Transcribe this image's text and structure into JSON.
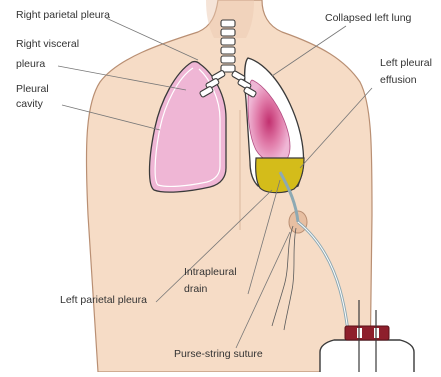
{
  "labels": {
    "right_parietal_pleura": "Right parietal pleura",
    "right_visceral_pleura_1": "Right visceral",
    "right_visceral_pleura_2": "pleura",
    "pleural_cavity_1": "Pleural",
    "pleural_cavity_2": "cavity",
    "collapsed_left_lung": "Collapsed left lung",
    "left_pleural_effusion_1": "Left pleural",
    "left_pleural_effusion_2": "effusion",
    "intrapleural_drain_1": "Intrapleural",
    "intrapleural_drain_2": "drain",
    "left_parietal_pleura": "Left parietal pleura",
    "purse_string_suture": "Purse-string suture"
  },
  "colors": {
    "skin": "#f6dcc6",
    "skin_outline": "#b98f73",
    "lung": "#efb6d5",
    "lung_outline": "#3a3a3a",
    "collapsed_lung_core": "#c2306f",
    "effusion": "#d4bc1a",
    "trachea": "#ffffff",
    "tube": "#8ea9b3",
    "bottle_cap": "#8e1f2c",
    "leader_line": "#777777"
  }
}
